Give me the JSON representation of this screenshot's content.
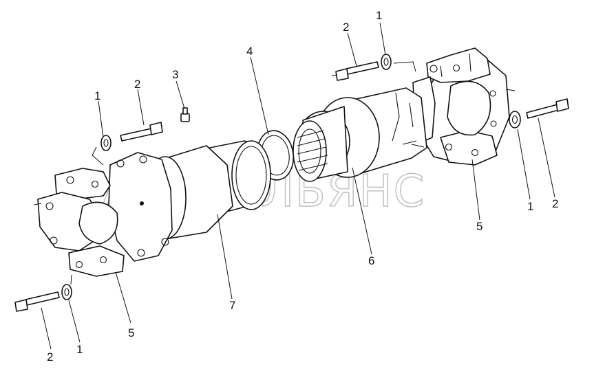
{
  "watermark": "АВТОАЛЬЯНС",
  "callouts": {
    "top_right_2": "2",
    "top_right_1": "1",
    "right_1": "1",
    "right_2": "2",
    "right_5": "5",
    "center_6": "6",
    "center_4": "4",
    "center_7": "7",
    "left_3": "3",
    "left_2": "2",
    "left_1": "1",
    "bottom_5": "5",
    "bottom_1": "1",
    "bottom_2": "2"
  }
}
